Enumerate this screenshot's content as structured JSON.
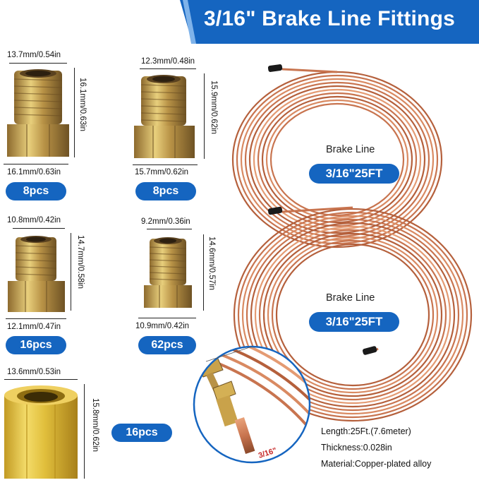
{
  "header": {
    "title": "3/16\" Brake Line Fittings",
    "bg_color": "#1565c0"
  },
  "fittings": [
    {
      "width_label": "13.7mm/0.54in",
      "height_label": "16.1mm/0.63in",
      "hex_label": "16.1mm/0.63in",
      "qty": "8pcs"
    },
    {
      "width_label": "12.3mm/0.48in",
      "height_label": "15.9mm/0.62in",
      "hex_label": "15.7mm/0.62in",
      "qty": "8pcs"
    },
    {
      "width_label": "10.8mm/0.42in",
      "height_label": "14.7mm/0.58in",
      "hex_label": "12.1mm/0.47in",
      "qty": "16pcs"
    },
    {
      "width_label": "9.2mm/0.36in",
      "height_label": "14.6mm/0.57in",
      "hex_label": "10.9mm/0.42in",
      "qty": "62pcs"
    },
    {
      "width_label": "13.6mm/0.53in",
      "height_label": "15.8mm/0.62in",
      "qty": "16pcs"
    }
  ],
  "coils": [
    {
      "label": "Brake Line",
      "size": "3/16\"25FT"
    },
    {
      "label": "Brake Line",
      "size": "3/16\"25FT"
    }
  ],
  "inset": {
    "tag": "3/16\""
  },
  "specs": {
    "length": "Length:25Ft.(7.6meter)",
    "thickness": "Thickness:0.028in",
    "material": "Material:Copper-plated alloy"
  },
  "colors": {
    "accent": "#1565c0",
    "copper": "#c8744f",
    "brass": "#e2c044",
    "zinc": "#c9a24a"
  }
}
